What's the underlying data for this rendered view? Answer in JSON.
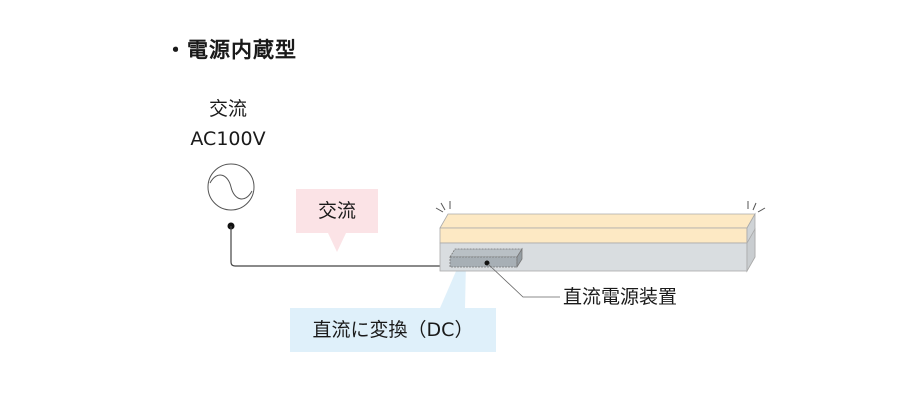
{
  "title": "・電源内蔵型",
  "source": {
    "label_line1": "交流",
    "label_line2": "AC100V",
    "icon": "ac-source-icon"
  },
  "callouts": {
    "ac": "交流",
    "dc": "直流に変換（DC）"
  },
  "device": {
    "label": "直流電源装置"
  },
  "colors": {
    "ac_callout": "#fbe3e6",
    "dc_callout": "#dff0fa",
    "light_panel": "#fde9c4",
    "body": "#d9dde0",
    "power_unit": "#a7afb5"
  }
}
